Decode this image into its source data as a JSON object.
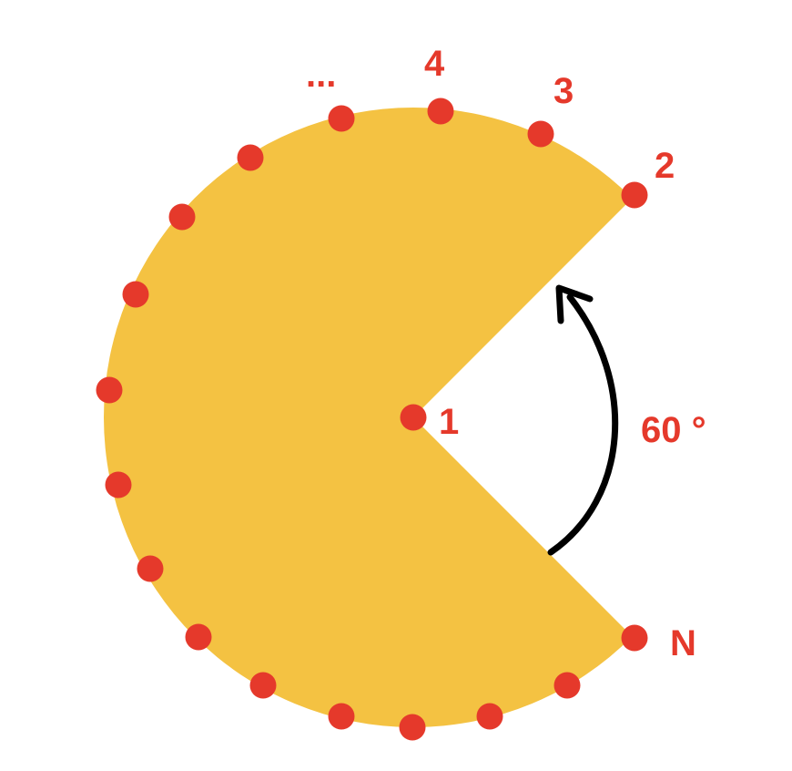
{
  "colors": {
    "sector_fill": "#F4C242",
    "point_fill": "#E5392B",
    "arrow_stroke": "#000000",
    "label_text": "#E5392B"
  },
  "sector": {
    "center_point_label": "1",
    "gap_angle_deg": 60
  },
  "labels": {
    "center": "1",
    "first_edge": "2",
    "third": "3",
    "fourth": "4",
    "ellipsis": "...",
    "last": "N",
    "angle": "60 °"
  },
  "angle_arrow": {
    "icon": "curved-arrow-icon"
  }
}
